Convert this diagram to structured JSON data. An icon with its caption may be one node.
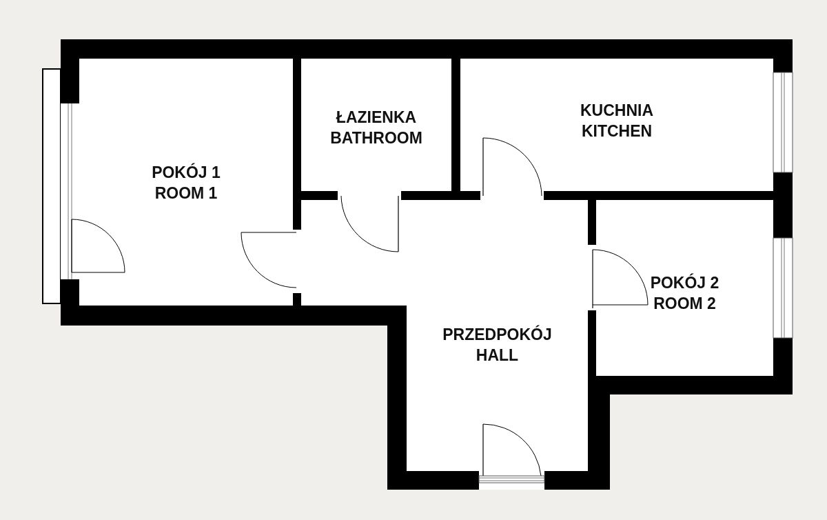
{
  "diagram": {
    "nodes": [
      {
        "text": [
          "POKÓJ 1",
          "ROOM 1"
        ]
      },
      {
        "text": [
          "ŁAZIENKA",
          "BATHROOM"
        ]
      },
      {
        "text": [
          "KUCHNIA",
          "KITCHEN"
        ]
      },
      {
        "text": [
          "PRZEDPOKÓJ",
          "HALL"
        ]
      },
      {
        "text": [
          "POKÓJ 2",
          "ROOM 2"
        ]
      }
    ]
  }
}
